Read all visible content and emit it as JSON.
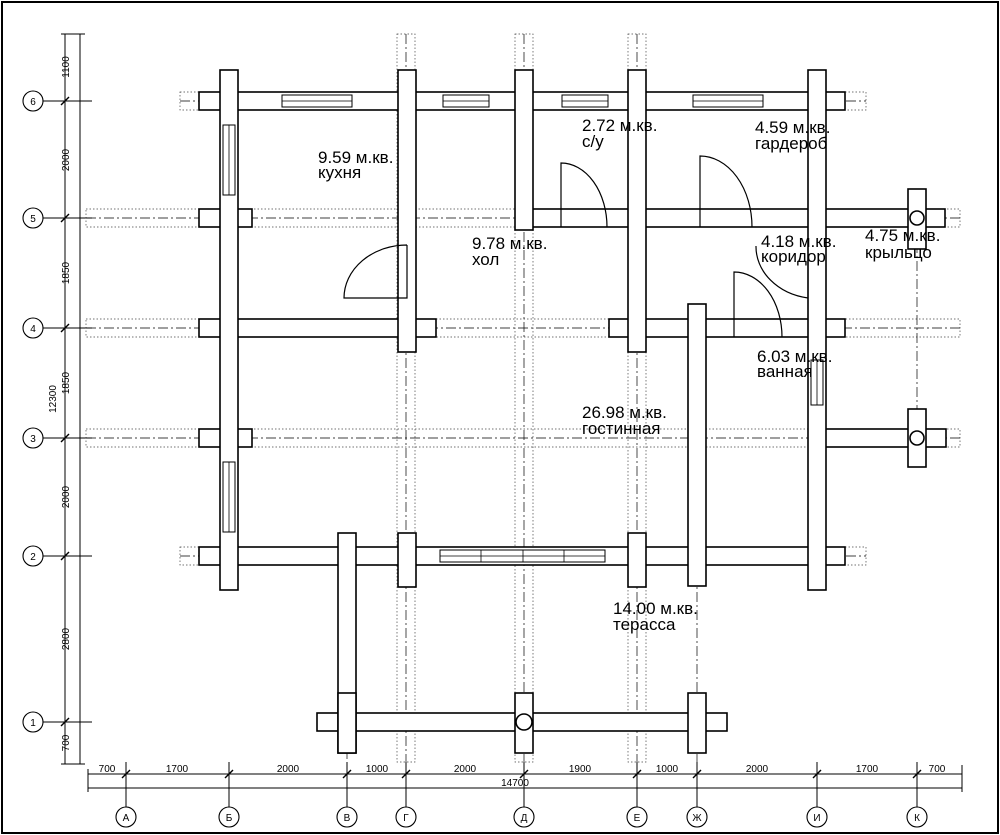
{
  "rooms": [
    {
      "area": "9.59 м.кв.",
      "name": "кухня"
    },
    {
      "area": "2.72 м.кв.",
      "name": "с/у"
    },
    {
      "area": "4.59 м.кв.",
      "name": "гардероб"
    },
    {
      "area": "9.78 м.кв.",
      "name": "хол"
    },
    {
      "area": "4.18 м.кв.",
      "name": "коридор"
    },
    {
      "area": "4.75 м.кв.",
      "name": "крыльцо"
    },
    {
      "area": "6.03 м.кв.",
      "name": "ванная"
    },
    {
      "area": "26.98 м.кв.",
      "name": "гостинная"
    },
    {
      "area": "14.00 м.кв.",
      "name": "терасса"
    }
  ],
  "row_axes": [
    "6",
    "5",
    "4",
    "3",
    "2",
    "1"
  ],
  "column_axes": [
    "А",
    "Б",
    "В",
    "Г",
    "Д",
    "Е",
    "Ж",
    "И",
    "К"
  ],
  "vertical_dimensions": [
    "1100",
    "2000",
    "1850",
    "1850",
    "2000",
    "2800",
    "700"
  ],
  "vertical_total": "12300",
  "horizontal_dimensions": [
    "700",
    "1700",
    "2000",
    "1000",
    "2000",
    "1900",
    "1000",
    "2000",
    "1700",
    "700"
  ],
  "horizontal_total": "14700"
}
